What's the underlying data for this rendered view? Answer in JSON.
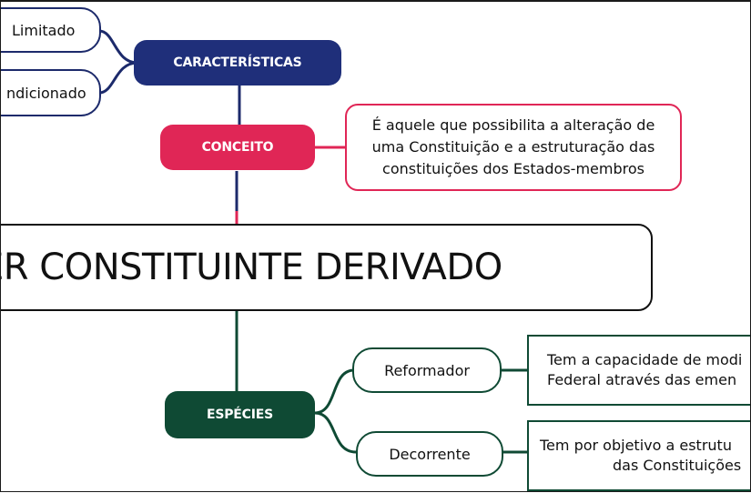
{
  "diagram": {
    "central_topic": "ER CONSTITUINTE DERIVADO",
    "branches": {
      "caracteristicas": {
        "label": "CARACTERÍSTICAS",
        "color": "#1f2f7a",
        "children": [
          "Limitado",
          "ndicionado"
        ]
      },
      "conceito": {
        "label": "CONCEITO",
        "color": "#e02656",
        "definition": [
          "É aquele que possibilita a alteração de",
          "uma Constituição e a estruturação das",
          "constituições dos Estados-membros"
        ]
      },
      "especies": {
        "label": "ESPÉCIES",
        "color": "#0f4a34",
        "children": [
          {
            "label": "Reformador",
            "description": [
              "Tem a capacidade de modi",
              "Federal através das emen"
            ]
          },
          {
            "label": "Decorrente",
            "description": [
              "Tem por objetivo a estrutu",
              "das Constituições"
            ]
          }
        ]
      }
    }
  }
}
